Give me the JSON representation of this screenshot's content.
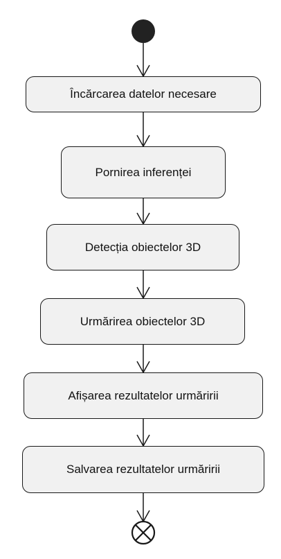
{
  "diagram": {
    "type": "activity",
    "start": "initial-node",
    "end": "final-node",
    "steps": [
      {
        "label": "Încărcarea datelor necesare"
      },
      {
        "label": "Pornirea inferenței"
      },
      {
        "label": "Detecția obiectelor 3D"
      },
      {
        "label": "Urmărirea obiectelor 3D"
      },
      {
        "label": "Afișarea rezultatelor urmăririi"
      },
      {
        "label": "Salvarea rezultatelor urmăririi"
      }
    ],
    "colors": {
      "node_fill": "#f1f1f1",
      "stroke": "#181818",
      "start_fill": "#222222"
    }
  }
}
